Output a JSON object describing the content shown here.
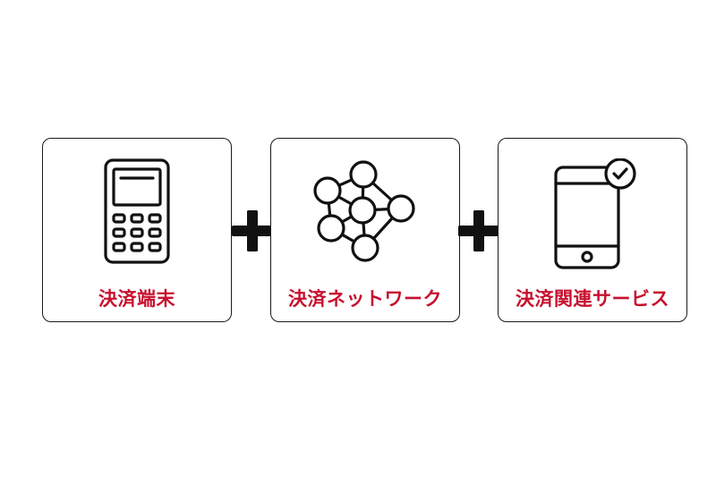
{
  "colors": {
    "label": "#c8102e",
    "outline": "#1a1a1a",
    "icon": "#111111",
    "plus": "#111111"
  },
  "cards": [
    {
      "icon": "payment-terminal-icon",
      "label": "決済端末"
    },
    {
      "icon": "network-icon",
      "label": "決済ネットワーク"
    },
    {
      "icon": "smartphone-check-icon",
      "label": "決済関連サービス"
    }
  ],
  "connectors": [
    "plus-icon",
    "plus-icon"
  ]
}
